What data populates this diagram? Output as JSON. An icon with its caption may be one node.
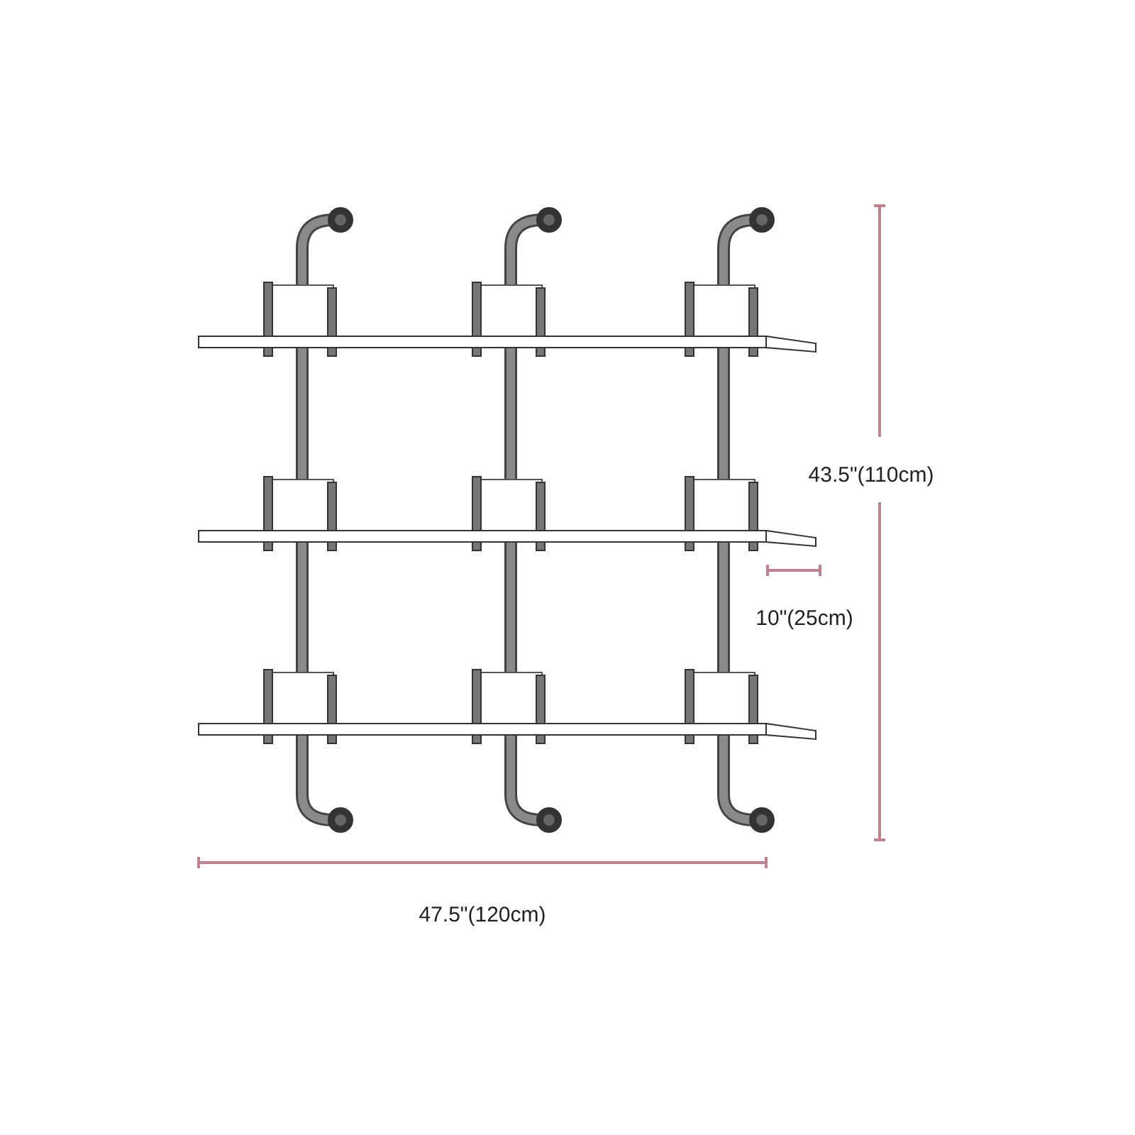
{
  "diagram": {
    "labels": [
      "43.5\"(110cm)",
      "10\"(25cm)",
      "47.5\"(120cm)"
    ]
  }
}
